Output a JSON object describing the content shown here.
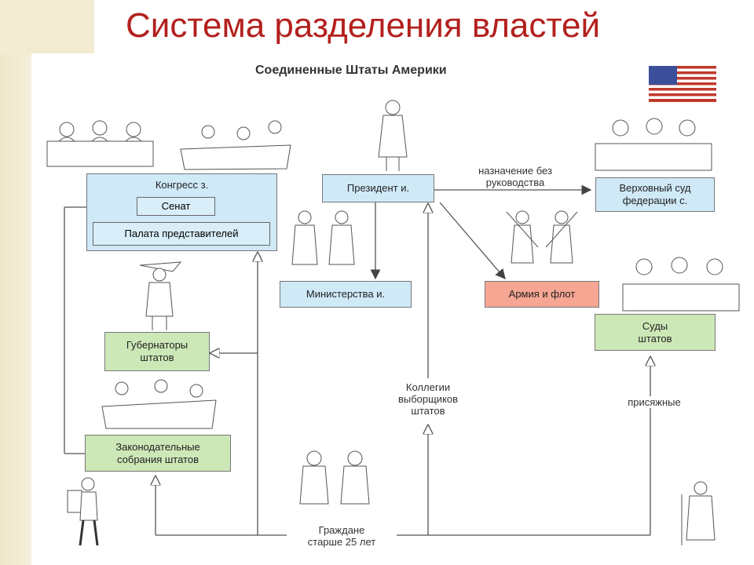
{
  "slide_title": "Система разделения властей",
  "diagram_title": "Соединенные Штаты Америки",
  "boxes": {
    "congress": "Конгресс з.",
    "senate": "Сенат",
    "house": "Палата представителей",
    "president": "Президент и.",
    "supreme_court_line1": "Верховный суд",
    "supreme_court_line2": "федерации с.",
    "ministries": "Министерства и.",
    "army": "Армия и флот",
    "governors_line1": "Губернаторы",
    "governors_line2": "штатов",
    "state_courts_line1": "Суды",
    "state_courts_line2": "штатов",
    "legislatures_line1": "Законодательные",
    "legislatures_line2": "собрания штатов"
  },
  "labels": {
    "appointment_line1": "назначение без",
    "appointment_line2": "руководства",
    "electors_line1": "Коллегии",
    "electors_line2": "выборщиков",
    "electors_line3": "штатов",
    "jurors": "присяжные",
    "citizens_line1": "Граждане",
    "citizens_line2": "старше 25 лет"
  },
  "colors": {
    "title": "#b3201d",
    "blue": "#cfe9f7",
    "green": "#cde8b7",
    "red": "#f6a693"
  }
}
